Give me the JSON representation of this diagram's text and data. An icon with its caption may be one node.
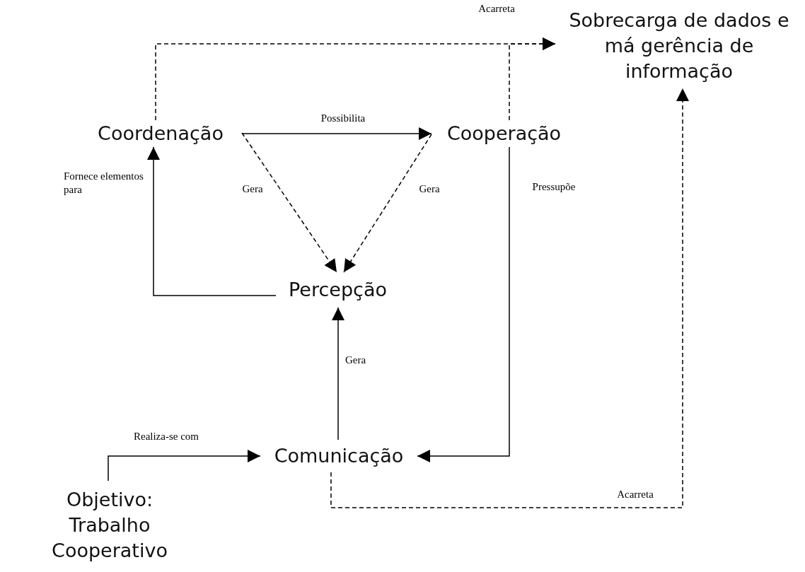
{
  "diagram": {
    "nodes": [
      {
        "text": [
          "Sobrecarga de dados e má gerência de informação"
        ]
      },
      {
        "text": [
          "Coordenação"
        ]
      },
      {
        "text": [
          "Cooperação"
        ]
      },
      {
        "text": [
          "Percepção"
        ]
      },
      {
        "text": [
          "Comunicação"
        ]
      },
      {
        "text": [
          "Objetivo: Trabalho Cooperativo"
        ]
      }
    ],
    "edges": [
      {
        "from": 1,
        "to": 2,
        "arrow": "to",
        "label": "Possibilita"
      },
      {
        "from": 1,
        "to": 3,
        "arrow": "to",
        "label": "Gera",
        "style": "dashed"
      },
      {
        "from": 2,
        "to": 3,
        "arrow": "to",
        "label": "Gera",
        "style": "dashed"
      },
      {
        "from": 3,
        "to": 1,
        "arrow": "to",
        "label": "Fornece elementos para"
      },
      {
        "from": 4,
        "to": 3,
        "arrow": "to",
        "label": "Gera"
      },
      {
        "from": 2,
        "to": 4,
        "arrow": "to",
        "label": "Pressupõe"
      },
      {
        "from": 5,
        "to": 4,
        "arrow": "to",
        "label": "Realiza-se com"
      },
      {
        "from": 1,
        "to": 0,
        "arrow": "to",
        "label": "Acarreta",
        "style": "dashed"
      },
      {
        "from": 2,
        "to": 0,
        "arrow": "to",
        "style": "dashed"
      },
      {
        "from": 4,
        "to": 0,
        "arrow": "to",
        "label": "Acarreta",
        "style": "dashed"
      }
    ]
  }
}
